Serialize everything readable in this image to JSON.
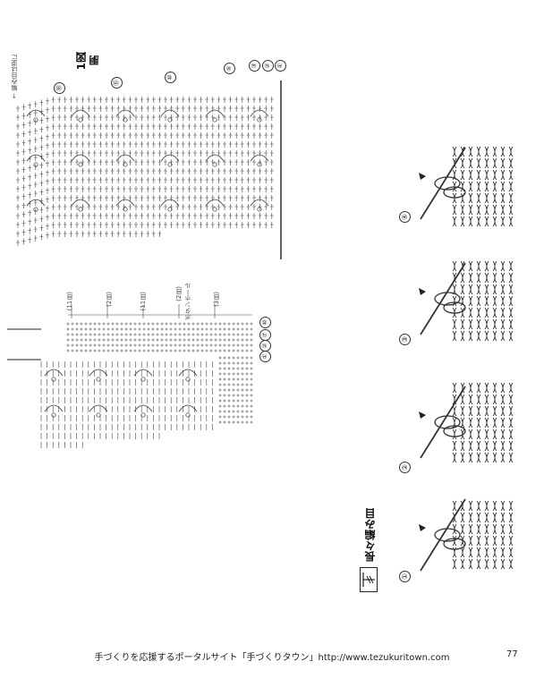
{
  "diagram_one": {
    "figure_label": "1図",
    "figure_sub": "胴",
    "top_note": "← 編み目は逆に",
    "row_markers": [
      "⑱",
      "⑮",
      "⑩",
      "⑤",
      "③",
      "②",
      "①"
    ]
  },
  "diagram_two": {
    "brackets": [
      "(11目)",
      "(2目)",
      "(11目)",
      "(2目)",
      "ボタンホール",
      "(3目)"
    ],
    "row_markers": [
      "⑩",
      "⑦",
      "②",
      "①"
    ]
  },
  "stitch": {
    "title": "長々編み目",
    "step_labels": [
      "①",
      "②",
      "③",
      "④"
    ]
  },
  "footer": {
    "text": "手づくりを応援するポータルサイト「手づくりタウン」http://www.tezukuritown.com",
    "page_number": "77"
  }
}
